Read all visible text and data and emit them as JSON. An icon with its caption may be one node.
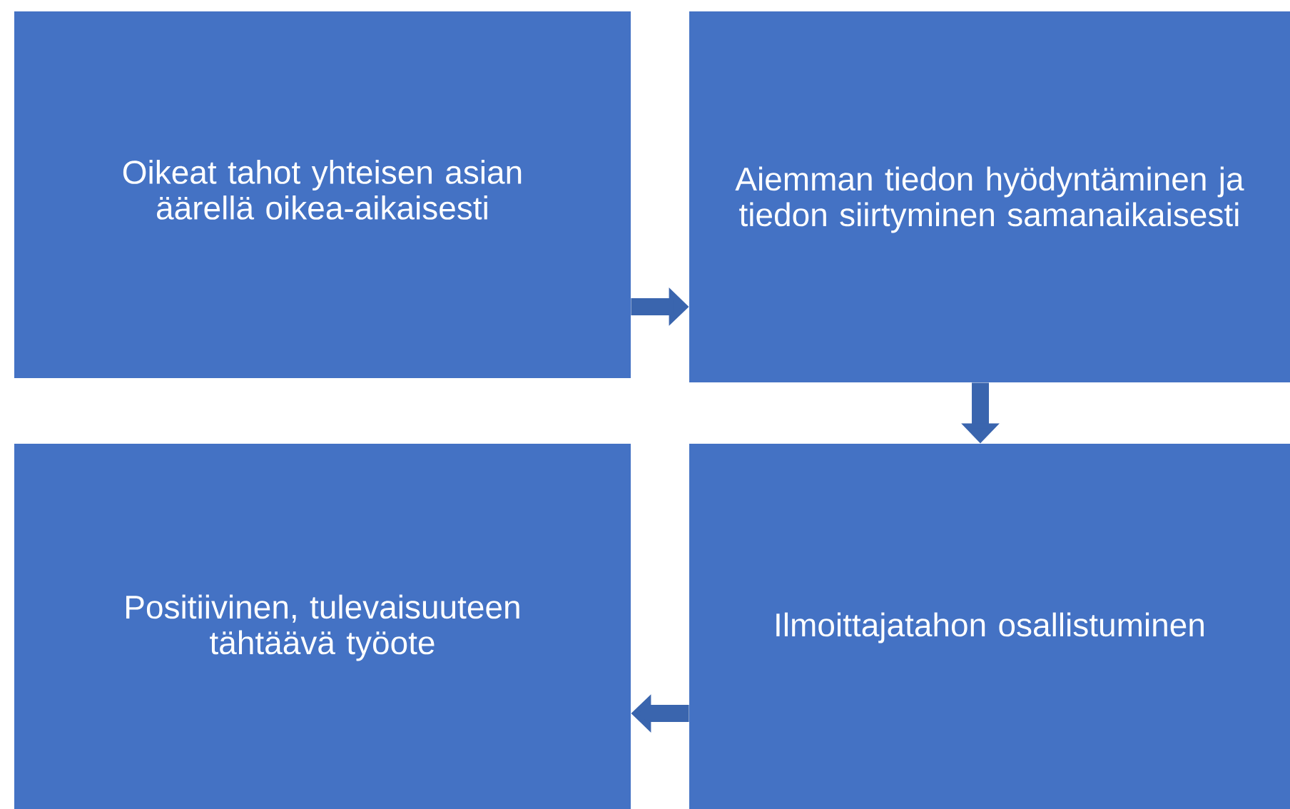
{
  "diagram": {
    "nodes": [
      {
        "text": [
          "Oikeat tahot yhteisen asian äärellä oikea-aikaisesti"
        ]
      },
      {
        "text": [
          "Aiemman tiedon hyödyntäminen ja tiedon siirtyminen samanaikaisesti"
        ]
      },
      {
        "text": [
          "Positiivinen, tulevaisuuteen tähtäävä työote"
        ]
      },
      {
        "text": [
          "Ilmoittajatahon osallistuminen"
        ]
      }
    ],
    "edges": [
      {
        "from": 0,
        "to": 1,
        "arrow": "to"
      },
      {
        "from": 1,
        "to": 3,
        "arrow": "to"
      },
      {
        "from": 3,
        "to": 2,
        "arrow": "to"
      }
    ]
  }
}
